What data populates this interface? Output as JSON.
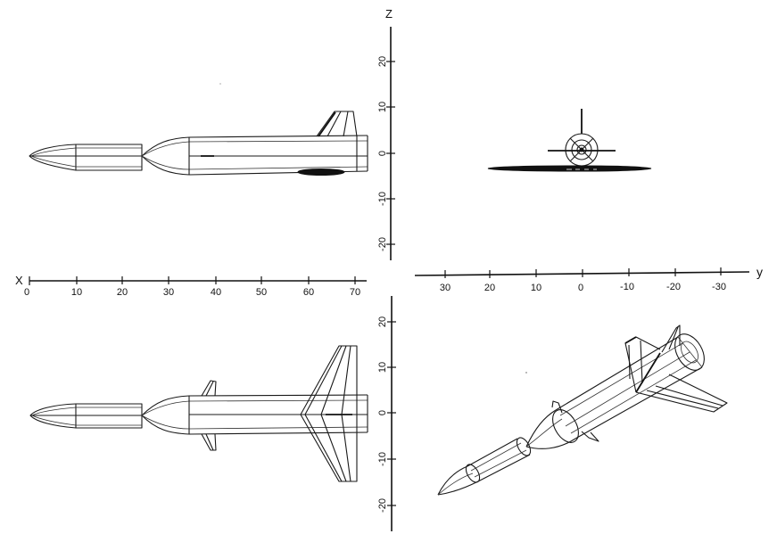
{
  "figure": {
    "type": "multi-view projection drawing",
    "subject": "missile (two-stage, canard + swept-wing configuration)",
    "views": [
      {
        "id": "side",
        "position": "top-left",
        "plane": "X-Z"
      },
      {
        "id": "front",
        "position": "top-right",
        "plane": "Y-Z"
      },
      {
        "id": "top",
        "position": "bottom-left",
        "plane": "X-Y"
      },
      {
        "id": "isometric",
        "position": "bottom-right",
        "plane": "3D"
      }
    ]
  },
  "axes": {
    "x": {
      "label": "X",
      "ticks": [
        "0",
        "10",
        "20",
        "30",
        "40",
        "50",
        "60",
        "70"
      ],
      "range": [
        0,
        73
      ]
    },
    "y": {
      "label": "y",
      "ticks": [
        "30",
        "20",
        "10",
        "0",
        "-10",
        "-20",
        "-30"
      ],
      "range": [
        37,
        -37
      ]
    },
    "z_upper": {
      "label": "Z",
      "ticks": [
        "20",
        "10",
        "0",
        "-10",
        "-20"
      ],
      "range": [
        -24,
        28
      ]
    },
    "z_lower": {
      "label": "",
      "ticks": [
        "20",
        "10",
        "0",
        "-10",
        "-20"
      ],
      "range": [
        -26,
        26
      ]
    }
  },
  "colors": {
    "background": "#ffffff",
    "ink": "#111111"
  }
}
